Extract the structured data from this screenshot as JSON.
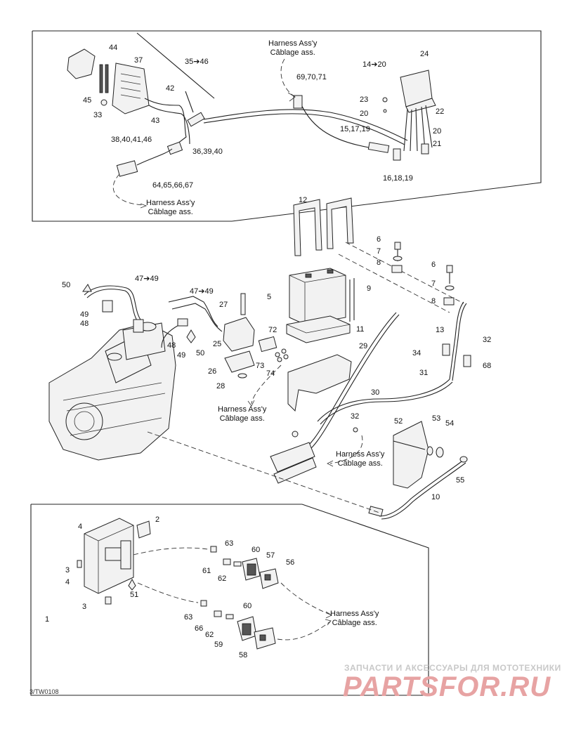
{
  "harness_note": {
    "line1": "Harness Ass'y",
    "line2": "Câblage ass."
  },
  "callouts": {
    "c1": "1",
    "c2": "2",
    "c3a": "3",
    "c3b": "3",
    "c4a": "4",
    "c4b": "4",
    "c5": "5",
    "c6a": "6",
    "c6b": "6",
    "c7a": "7",
    "c7b": "7",
    "c8a": "8",
    "c8b": "8",
    "c9": "9",
    "c10": "10",
    "c11": "11",
    "c12": "12",
    "c13": "13",
    "c14_20": "14➔20",
    "c15_17_19": "15,17,19",
    "c16_18_19": "16,18,19",
    "c20a": "20",
    "c20b": "20",
    "c21": "21",
    "c22": "22",
    "c23": "23",
    "c24": "24",
    "c25": "25",
    "c26": "26",
    "c27": "27",
    "c28": "28",
    "c29": "29",
    "c30": "30",
    "c31": "31",
    "c32a": "32",
    "c32b": "32",
    "c33": "33",
    "c34": "34",
    "c35_46": "35➔46",
    "c36_39_40": "36,39,40",
    "c37": "37",
    "c38_40_41_46": "38,40,41,46",
    "c42": "42",
    "c43": "43",
    "c44": "44",
    "c45": "45",
    "c47_49a": "47➔49",
    "c47_49b": "47➔49",
    "c48a": "48",
    "c48b": "48",
    "c49a": "49",
    "c49b": "49",
    "c50a": "50",
    "c50b": "50",
    "c51": "51",
    "c52": "52",
    "c53": "53",
    "c54": "54",
    "c55": "55",
    "c56": "56",
    "c57": "57",
    "c58": "58",
    "c59": "59",
    "c60a": "60",
    "c60b": "60",
    "c61": "61",
    "c62a": "62",
    "c62b": "62",
    "c63a": "63",
    "c63b": "63",
    "c64_67": "64,65,66,67",
    "c66": "66",
    "c68": "68",
    "c69_71": "69,70,71",
    "c72": "72",
    "c73": "73",
    "c74": "74"
  },
  "drawing_code": "3/TW0108",
  "watermark": {
    "tagline": "ЗАПЧАСТИ И АКСЕССУАРЫ ДЛЯ МОТОТЕХНИКИ",
    "logo": "PARTSFOR.RU"
  }
}
